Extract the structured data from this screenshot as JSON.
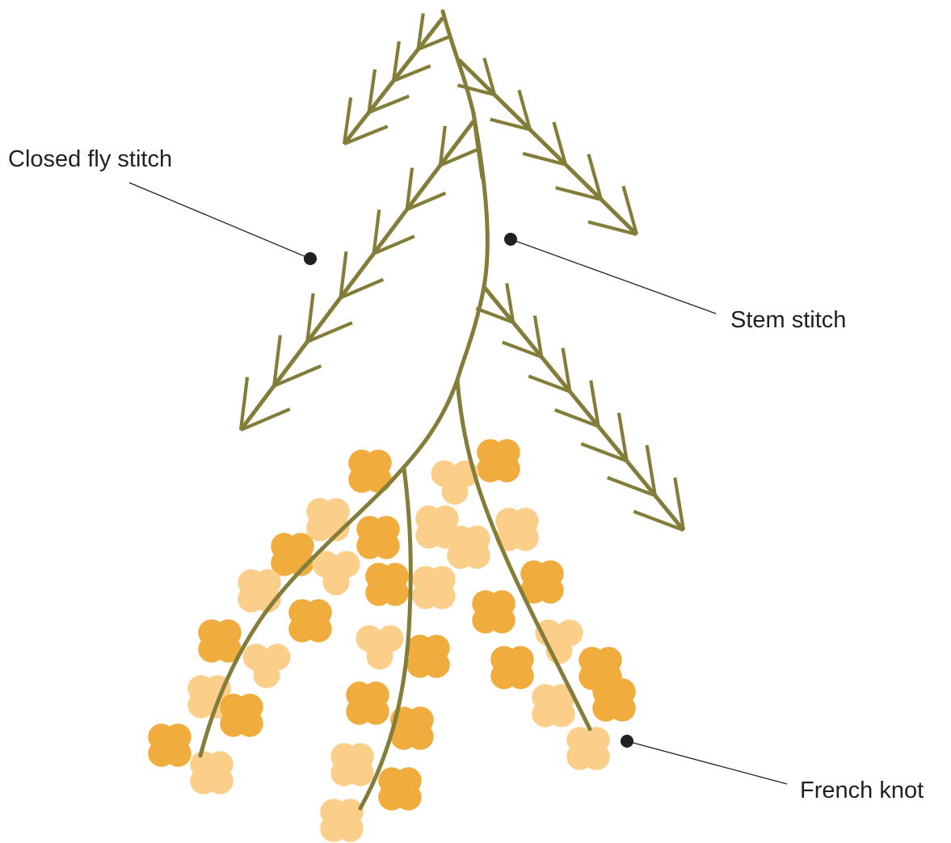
{
  "colors": {
    "stem": "#847d3a",
    "knot_dark": "#f0ad3e",
    "knot_light": "#fbcf8a",
    "label": "#231f20",
    "leader": "#231f20"
  },
  "labels": {
    "closed_fly_stitch": "Closed fly stitch",
    "stem_stitch": "Stem stitch",
    "french_knot": "French knot"
  }
}
